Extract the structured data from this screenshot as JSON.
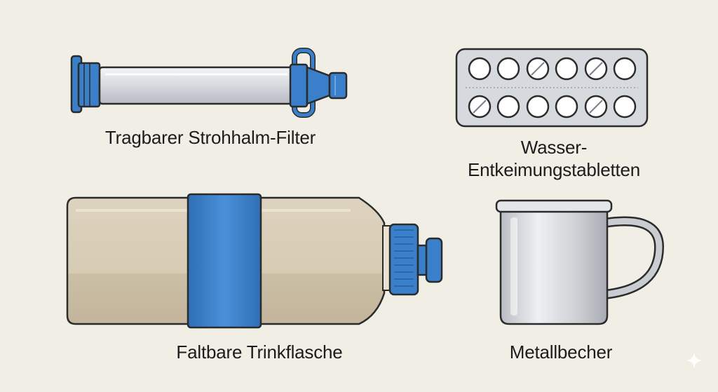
{
  "items": {
    "straw_filter": {
      "label": "Tragbarer Strohhalm-Filter",
      "icon": "straw-filter-icon"
    },
    "tablets": {
      "label_line1": "Wasser-",
      "label_line2": "Entkeimungstabletten",
      "icon": "tablet-blister-icon"
    },
    "bottle": {
      "label": "Faltbare Trinkflasche",
      "icon": "collapsible-bottle-icon"
    },
    "mug": {
      "label": "Metallbecher",
      "icon": "metal-mug-icon"
    }
  },
  "colors": {
    "background": "#f1eee6",
    "accent_blue": "#3a7fc9",
    "outline": "#2b2b2b",
    "metal": "#d3d6da",
    "bottle_tan": "#d8ccb5"
  }
}
